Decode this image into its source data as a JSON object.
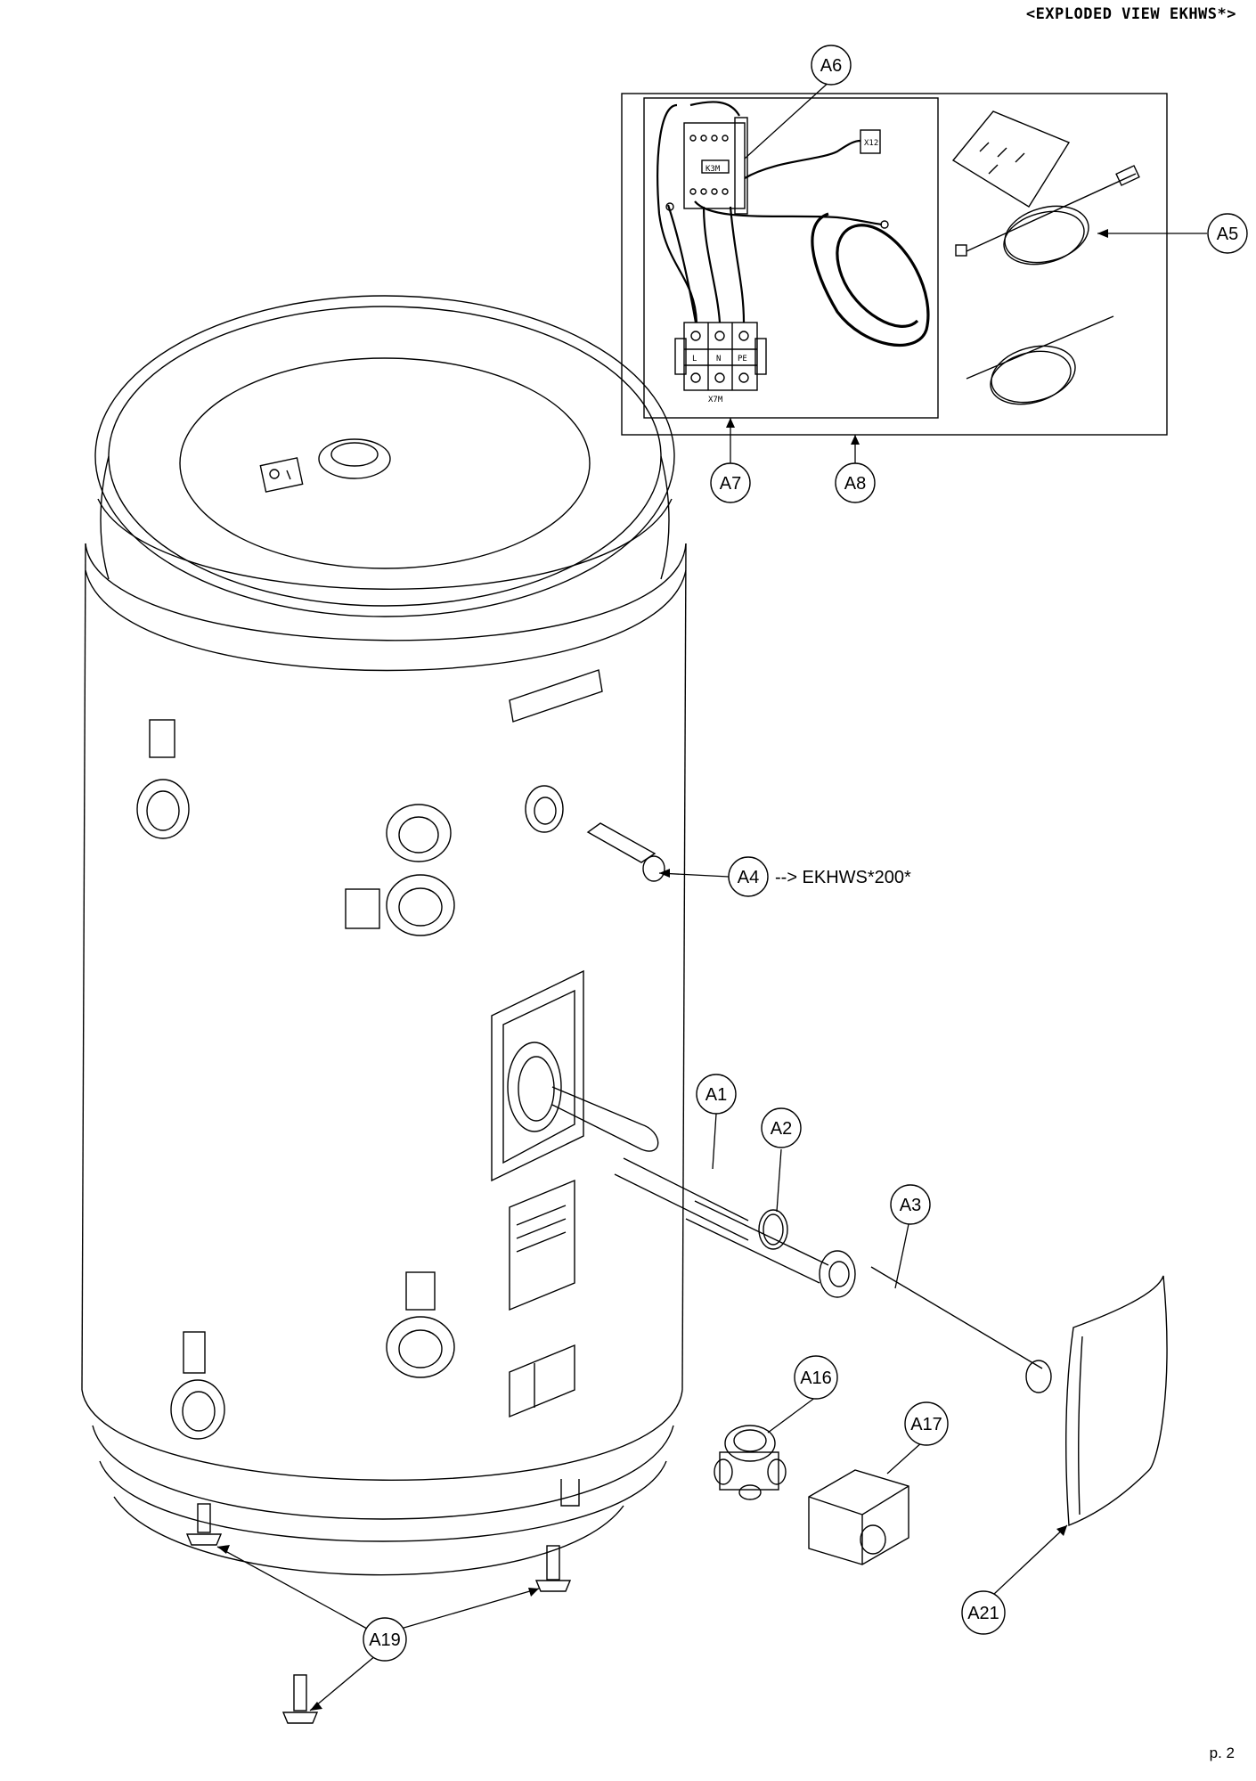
{
  "header": {
    "title": "<EXPLODED VIEW EKHWS*>"
  },
  "footer": {
    "page_label": "p. 2"
  },
  "callouts": {
    "a1": "A1",
    "a2": "A2",
    "a3": "A3",
    "a4": "A4",
    "a5": "A5",
    "a6": "A6",
    "a7": "A7",
    "a8": "A8",
    "a16": "A16",
    "a17": "A17",
    "a19": "A19",
    "a21": "A21"
  },
  "notes": {
    "a4_variant": "--> EKHWS*200*"
  },
  "wiring_labels": {
    "relay": "K3M",
    "terminal": "X7M",
    "l": "L",
    "n": "N",
    "pe": "PE",
    "connector": "X12"
  }
}
